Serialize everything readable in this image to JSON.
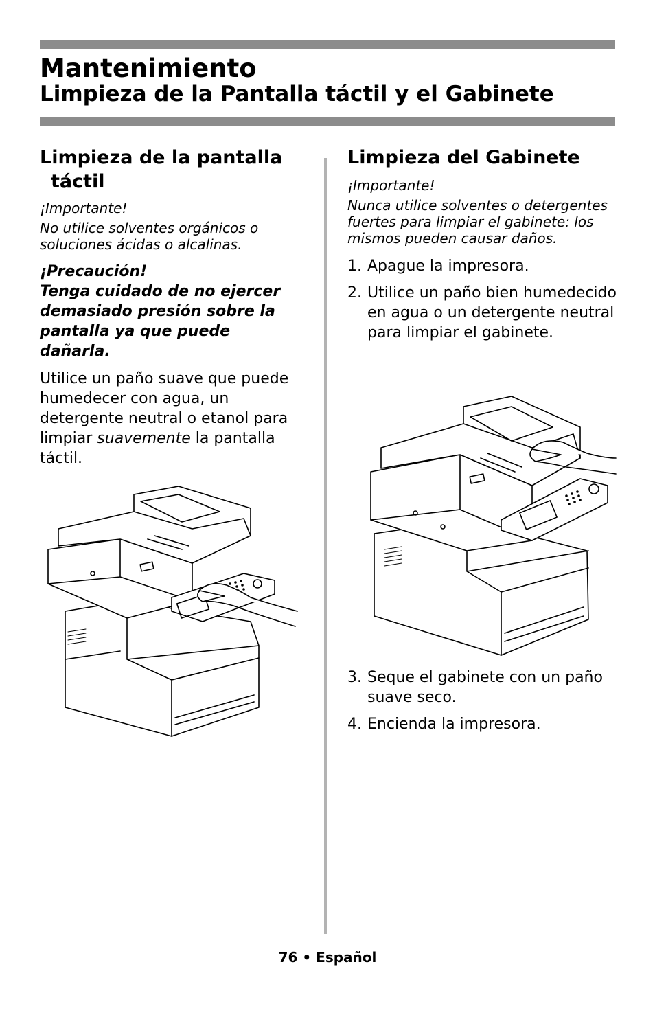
{
  "header": {
    "title": "Mantenimiento",
    "subtitle": "Limpieza de la Pantalla táctil y el Gabinete"
  },
  "left": {
    "title_line1": "Limpieza de la pantalla",
    "title_line2": "táctil",
    "important_label": "¡Importante!",
    "important_text": "No utilice solventes orgánicos o soluciones ácidas o alcalinas.",
    "caution_label": "¡Precaución!",
    "caution_text": "Tenga cuidado de no ejercer demasiado presión sobre la pantalla ya que puede dañarla.",
    "body_part1": "Utilice un paño suave que puede humedecer con agua, un detergente neutral o etanol para limpiar ",
    "body_emphasis": "suavemente",
    "body_part2": " la pantalla táctil."
  },
  "right": {
    "title": "Limpieza del Gabinete",
    "important_label": "¡Importante!",
    "important_text": "Nunca utilice solventes o detergentes fuertes para limpiar el gabinete: los mismos pueden causar daños.",
    "steps_a": [
      {
        "num": "1.",
        "text": "Apague la impresora."
      },
      {
        "num": "2.",
        "text": "Utilice un paño bien humedecido en agua o un detergente neutral para limpiar el gabinete."
      }
    ],
    "steps_b": [
      {
        "num": "3.",
        "text": "Seque el gabinete con un paño suave seco."
      },
      {
        "num": "4.",
        "text": "Encienda la impresora."
      }
    ]
  },
  "footer": {
    "text": "76 • Español"
  }
}
